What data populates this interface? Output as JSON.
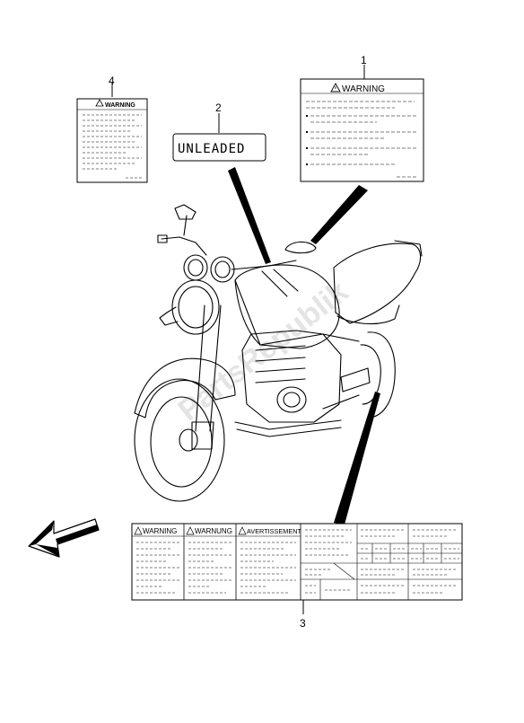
{
  "callouts": {
    "c1": "1",
    "c2": "2",
    "c3": "3",
    "c4": "4"
  },
  "labels": {
    "warning_small": "WARNING",
    "warning_main": "WARNING",
    "unleaded": "UNLEADED",
    "warning_en": "WARNING",
    "warning_de": "WARNUNG",
    "warning_fr": "AVERTISSEMENT"
  },
  "watermark": "PartsRepublik",
  "icons": {
    "warning": "warning-triangle-icon",
    "direction": "front-direction-arrow-icon"
  }
}
